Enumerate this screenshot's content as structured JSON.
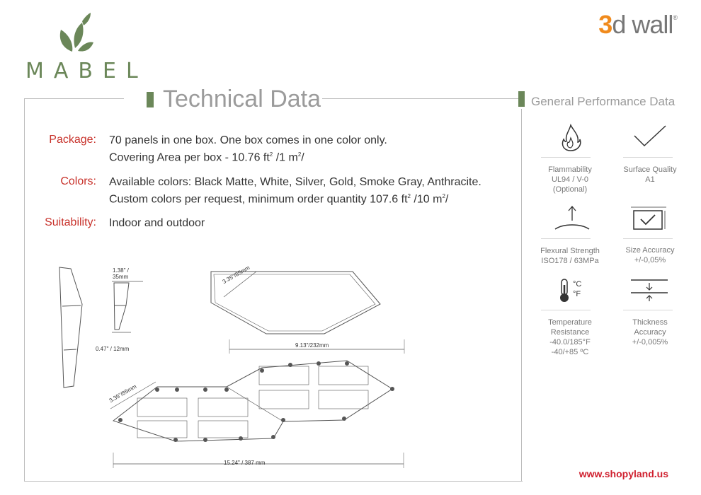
{
  "logo": {
    "name": "MABEL",
    "icon": "leaf-logo-icon"
  },
  "brand": {
    "number": "3",
    "name": "d wall",
    "mark": "®"
  },
  "title": "Technical Data",
  "side_title": "General Performance Data",
  "specs": {
    "package_label": "Package:",
    "package_line1": "70 panels in one box. One box comes in one color only.",
    "package_line2_a": "Covering Area per box - 10.76 ft",
    "package_line2_b": " /1 m",
    "package_line2_c": "/",
    "colors_label": "Colors:",
    "colors_line1": "Available colors: Black Matte, White, Silver, Gold, Smoke Gray, Anthracite.",
    "colors_line2_a": "Custom colors per request, minimum order quantity 107.6 ft",
    "colors_line2_b": " /10 m",
    "colors_line2_c": "/",
    "suitability_label": "Suitability:",
    "suitability_value": "Indoor and outdoor",
    "sup": "2"
  },
  "dimensions": {
    "depth_top": "1.38\" /",
    "depth_top_mm": "35mm",
    "depth_bottom": "0.47\" / 12mm",
    "side_single": "3.35\"/85mm",
    "width_single": "9.13\"/232mm",
    "side_double": "3.35\"/85mm",
    "width_double": "15.24\" / 387 mm"
  },
  "performance": [
    {
      "icon": "flame-icon",
      "lines": [
        "Flammability",
        "UL94 / V-0",
        "(Optional)"
      ]
    },
    {
      "icon": "checkmark-icon",
      "lines": [
        "Surface Quality",
        "A1"
      ]
    },
    {
      "icon": "flexural-strength-icon",
      "lines": [
        "Flexural Strength",
        "ISO178 / 63MPa"
      ]
    },
    {
      "icon": "size-accuracy-icon",
      "lines": [
        "Size Accuracy",
        "+/-0,05%"
      ]
    },
    {
      "icon": "thermometer-icon",
      "lines": [
        "Temperature",
        "Resistance",
        "-40.0/185°F",
        "-40/+85 ºC"
      ]
    },
    {
      "icon": "thickness-icon",
      "lines": [
        "Thickness",
        "Accuracy",
        "+/-0,005%"
      ]
    }
  ],
  "thermo_c": "°C",
  "thermo_f": "°F",
  "url": "www.shopyland.us"
}
